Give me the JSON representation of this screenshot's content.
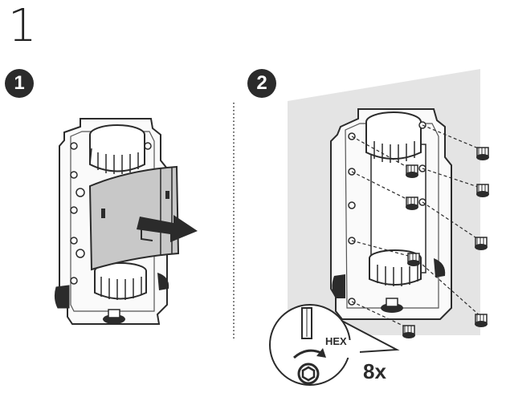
{
  "page_number": "1",
  "steps": [
    {
      "number": "1"
    },
    {
      "number": "2"
    }
  ],
  "callout": {
    "tool_label": "HEX",
    "screw_count": "8x"
  },
  "colors": {
    "wall": "#e4e4e4",
    "ink": "#2b2b2b",
    "cover": "#c8c8c8"
  }
}
